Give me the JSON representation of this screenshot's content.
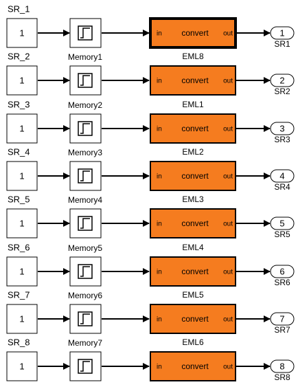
{
  "colors": {
    "background": "#ffffff",
    "line": "#000000",
    "eml_fill": "#f57c1f",
    "block_fill": "#ffffff"
  },
  "rows": [
    {
      "source_label": "SR_1",
      "source_value": "1",
      "memory_label": "",
      "eml_label": "",
      "eml_in": "in",
      "eml_body": "convert",
      "eml_out": "out",
      "outport_number": "1",
      "outport_label": "SR1",
      "selected": true
    },
    {
      "source_label": "SR_2",
      "source_value": "1",
      "memory_label": "Memory1",
      "eml_label": "EML8",
      "eml_in": "in",
      "eml_body": "convert",
      "eml_out": "out",
      "outport_number": "2",
      "outport_label": "SR2",
      "selected": false
    },
    {
      "source_label": "SR_3",
      "source_value": "1",
      "memory_label": "Memory2",
      "eml_label": "EML1",
      "eml_in": "in",
      "eml_body": "convert",
      "eml_out": "out",
      "outport_number": "3",
      "outport_label": "SR3",
      "selected": false
    },
    {
      "source_label": "SR_4",
      "source_value": "1",
      "memory_label": "Memory3",
      "eml_label": "EML2",
      "eml_in": "in",
      "eml_body": "convert",
      "eml_out": "out",
      "outport_number": "4",
      "outport_label": "SR4",
      "selected": false
    },
    {
      "source_label": "SR_5",
      "source_value": "1",
      "memory_label": "Memory4",
      "eml_label": "EML3",
      "eml_in": "in",
      "eml_body": "convert",
      "eml_out": "out",
      "outport_number": "5",
      "outport_label": "SR5",
      "selected": false
    },
    {
      "source_label": "SR_6",
      "source_value": "1",
      "memory_label": "Memory5",
      "eml_label": "EML4",
      "eml_in": "in",
      "eml_body": "convert",
      "eml_out": "out",
      "outport_number": "6",
      "outport_label": "SR6",
      "selected": false
    },
    {
      "source_label": "SR_7",
      "source_value": "1",
      "memory_label": "Memory6",
      "eml_label": "EML5",
      "eml_in": "in",
      "eml_body": "convert",
      "eml_out": "out",
      "outport_number": "7",
      "outport_label": "SR7",
      "selected": false
    },
    {
      "source_label": "SR_8",
      "source_value": "1",
      "memory_label": "Memory7",
      "eml_label": "EML6",
      "eml_in": "in",
      "eml_body": "convert",
      "eml_out": "out",
      "outport_number": "8",
      "outport_label": "SR8",
      "selected": false
    }
  ]
}
